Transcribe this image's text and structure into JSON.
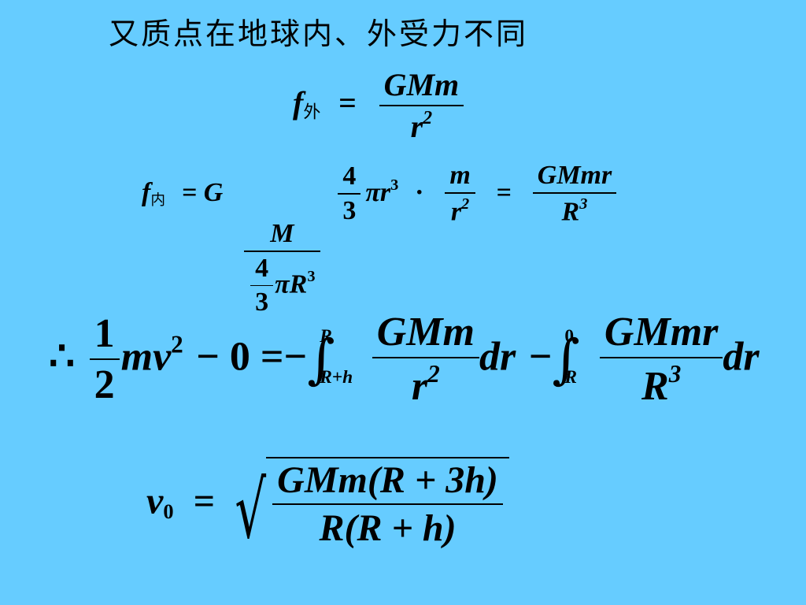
{
  "heading": "又质点在地球内、外受力不同",
  "eq1": {
    "f": "f",
    "sub": "外",
    "eq": "=",
    "num": "GMm",
    "den": "r",
    "den_sup": "2"
  },
  "eq2": {
    "f": "f",
    "sub": "内",
    "eq": "= G",
    "num": "M",
    "inner_num": "4",
    "inner_den": "3",
    "pi_R": "πR",
    "R_sup": "3",
    "frac2_num": "4",
    "frac2_den": "3",
    "pi_r": "πr",
    "r_sup": "3",
    "dot": "·",
    "frac3_num": "m",
    "frac3_den": "r",
    "frac3_sup": "2",
    "eq2": "=",
    "rhs_num": "GMmr",
    "rhs_den": "R",
    "rhs_sup": "3"
  },
  "eq3": {
    "therefore": "∴",
    "half_num": "1",
    "half_den": "2",
    "mv": "mv",
    "v_sup": "2",
    "minus_zero": "− 0 =",
    "neg": "−",
    "int1_up": "R",
    "int1_lo": "R+h",
    "f1_num": "GMm",
    "f1_den": "r",
    "f1_sup": "2",
    "dr1": "dr",
    "minus": "−",
    "int2_up": "0",
    "int2_lo": "R",
    "f2_num": "GMmr",
    "f2_den": "R",
    "f2_sup": "3",
    "dr2": "dr"
  },
  "eq4": {
    "v": "v",
    "sub": "0",
    "eq": "=",
    "num": "GMm(R + 3h)",
    "den": "R(R + h)"
  }
}
